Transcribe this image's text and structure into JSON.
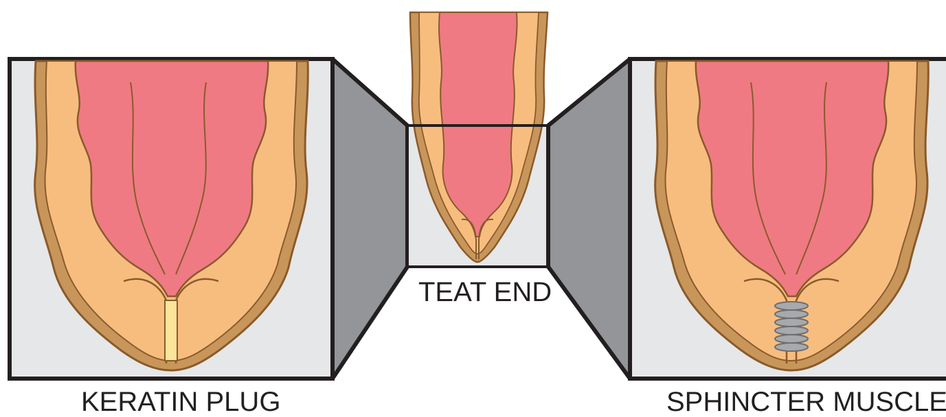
{
  "labels": {
    "left": "KERATIN PLUG",
    "center": "TEAT END",
    "right": "SPHINCTER MUSCLE"
  },
  "colors": {
    "background": "#ffffff",
    "panel_fill": "#e6e7e8",
    "connector_fill": "#939598",
    "frame_stroke": "#231f20",
    "skin_outer": "#c8965a",
    "skin_inner": "#f7bd7f",
    "tissue": "#ef7a83",
    "outline": "#8a5a2b",
    "plug": "#fbe59a",
    "spring": "#a7a9ac"
  }
}
